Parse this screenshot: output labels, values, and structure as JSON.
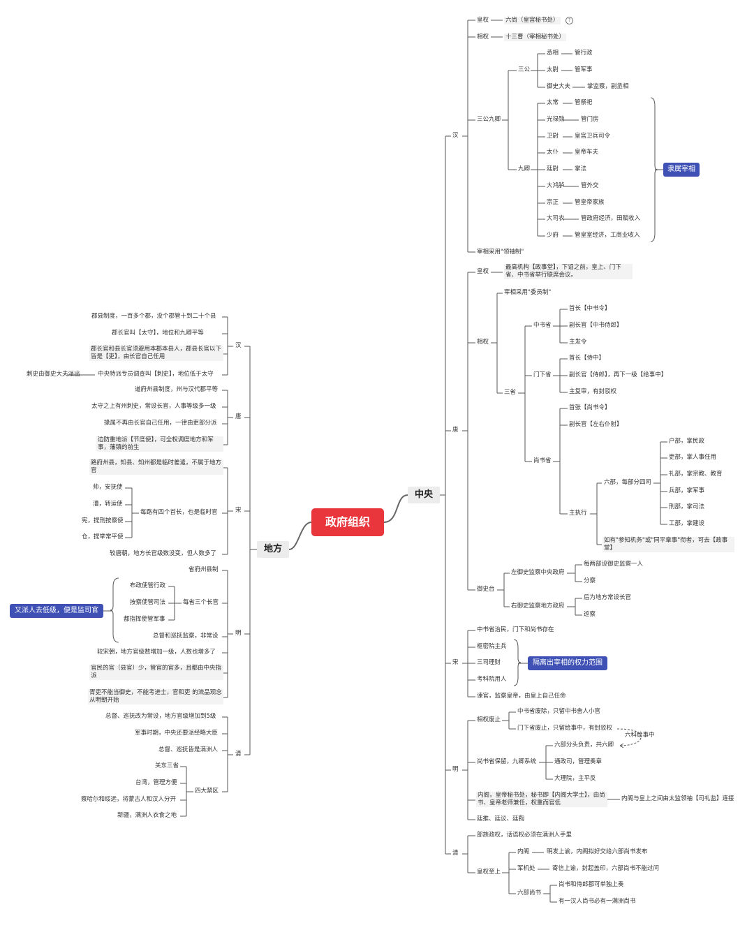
{
  "root": "政府组织",
  "central": {
    "label": "中央",
    "han": {
      "label": "汉",
      "huangquan": "皇权",
      "liushang": "六尚（皇宫秘书处）",
      "xiangquan": "相权",
      "shisancao": "十三曹（宰相秘书处）",
      "sangong_jiuqing": "三公九卿",
      "sangong": "三公",
      "sangong_items": [
        {
          "k": "丞相",
          "v": "管行政"
        },
        {
          "k": "太尉",
          "v": "管军事"
        },
        {
          "k": "御史大夫",
          "v": "掌监察，副丞相"
        }
      ],
      "jiuqing": "九卿",
      "jiuqing_items": [
        {
          "k": "太常",
          "v": "管祭祀"
        },
        {
          "k": "光禄勋",
          "v": "管门房"
        },
        {
          "k": "卫尉",
          "v": "皇宫卫兵司令"
        },
        {
          "k": "太仆",
          "v": "皇帝车夫"
        },
        {
          "k": "廷尉",
          "v": "掌法"
        },
        {
          "k": "大鸿胪",
          "v": "管外交"
        },
        {
          "k": "宗正",
          "v": "管皇帝家族"
        },
        {
          "k": "大司农",
          "v": "管政府经济，田赋收入"
        },
        {
          "k": "少府",
          "v": "管皇室经济，工商业收入"
        }
      ],
      "lishu": "隶属宰相",
      "lingxiu": "宰相采用\"领袖制\""
    },
    "tang": {
      "label": "唐",
      "huangquan": "皇权",
      "huangquan_desc": "最高机构【政事堂】，下诏之前，皇上、门下省、中书省举行联席会议。",
      "xiangquan": "相权",
      "weiyuan": "宰相采用\"委员制\"",
      "sansheng": "三省",
      "zhongshu": "中书省",
      "zhongshu_items": [
        "首长【中书令】",
        "副长官【中书侍郎】",
        "主发令"
      ],
      "menxia": "门下省",
      "menxia_items": [
        "首长【侍中】",
        "副长官【侍郎】，再下一级【给事中】",
        "主复审，有封驳权"
      ],
      "shangshu": "尚书省",
      "shangshu_items": [
        "首张【尚书令】",
        "副长官【左右仆射】"
      ],
      "zhuzhixing": "主执行",
      "liubu": "六部，每部分四司",
      "liubu_items": [
        "户部，掌民政",
        "吏部，掌人事任用",
        "礼部，掌宗教、教育",
        "兵部，掌军事",
        "刑部，掌司法",
        "工部，掌建设"
      ],
      "canzhi": "如有\"参知机务\"或\"同平章事\"衔者，可去【政事堂】",
      "yushitai": "御史台",
      "zuo": "左御史监察中央政府",
      "zuo_items": [
        "每两部设御史监察一人",
        "分察"
      ],
      "you": "右御史监察地方政府",
      "you_items": [
        "后为地方常设长官",
        "巡察"
      ]
    },
    "song": {
      "label": "宋",
      "items": [
        "中书省治民，门下和尚书存在",
        "枢密院主兵",
        "三司理财",
        "考科院用人",
        "谏官，监察皇帝，由皇上自己任命"
      ],
      "geli": "隔离出宰相的权力范围"
    },
    "ming": {
      "label": "明",
      "feizhi": "相权废止",
      "feizhi_items": [
        "中书省废除，只留中书舍人小官",
        "门下省废止，只留给事中，有封驳权"
      ],
      "liuke": "六科给事中",
      "baoliu": "尚书省保留，九卿系统",
      "baoliu_items": [
        "六部分头负责，共六卿",
        "通政司，管理奏章",
        "大理院，主平反"
      ],
      "neige": "内阁，皇帝秘书处，秘书即【内阁大学士】，由尚书、皇帝老师兼任，权重而官低",
      "neige_note": "内阁与皇上之间由太监领袖【司礼监】连接",
      "tingtui": "廷推、廷议、廷鞫"
    },
    "qing": {
      "label": "清",
      "buzu": "部族政权，话语权必须在满洲人手里",
      "zhishang": "皇权至上",
      "neige": "内阁",
      "neige_desc": "明发上谕，内阁拟好交给六部尚书发布",
      "junjichu": "军机处",
      "junjichu_desc": "寄信上谕，封起盖印，六部尚书不能过问",
      "liubu": "六部尚书",
      "liubu_items": [
        "尚书和侍郎都可单独上奏",
        "有一汉人尚书必有一满洲尚书"
      ]
    }
  },
  "local": {
    "label": "地方",
    "han": {
      "label": "汉",
      "items": [
        "郡县制度，一百多个郡，没个郡管十到二十个县",
        "郡长官叫【太守】，地位和九卿平等",
        "郡长官和县长官须避用本郡本县人，郡县长官以下皆是【吏】，由长官自己任用",
        "中央特派专员调查叫【刺史】，地位低于太守"
      ],
      "cishi_note": "刺史由御史大夫派出"
    },
    "tang": {
      "label": "唐",
      "items": [
        "道府州县制度，州与汉代郡平等",
        "太守之上有州刺史，常设长官，人事等级多一级",
        "掾属不再由长官自己任用，一律由吏部分派",
        "边防重地派【节度使】，可全权调度地方和军事，藩镇的前生"
      ]
    },
    "song": {
      "label": "宋",
      "items": [
        "路府州县，知县、知州都是临时差遣，不属于地方官",
        "每路有四个首长，也是临时官",
        "较唐朝，地方长官级数没变，但人数多了"
      ],
      "sub": [
        "帅，安抚使",
        "漕，转运使",
        "宪，提刑按察使",
        "仓，提举常平使"
      ]
    },
    "ming": {
      "label": "明",
      "items": [
        "省府州县制",
        "每省三个长官",
        "总督和巡抚监察，非常设",
        "较宋朝，地方官级数增加一级，人数也增多了",
        "官民的官（县官）少，管官的官多，且都由中央指派",
        "胥吏不能当御史，不能考进士，官和吏 的流品观念从明朝开始"
      ],
      "sub": [
        "布政使管行政",
        "按察使管司法",
        "都指挥使管军事"
      ],
      "pill": "又派人去低级，便是监司官"
    },
    "qing": {
      "label": "清",
      "items": [
        "总督、巡抚改为常设，地方官级增加到5级",
        "军事时期，中央还要派经略大臣",
        "总督、巡抚皆是满洲人",
        "四大禁区"
      ],
      "sub": [
        "关东三省",
        "台湾，管理方便",
        "察哈尔和绥远，将蒙古人和汉人分开",
        "新疆，满洲人衣食之地"
      ]
    }
  }
}
